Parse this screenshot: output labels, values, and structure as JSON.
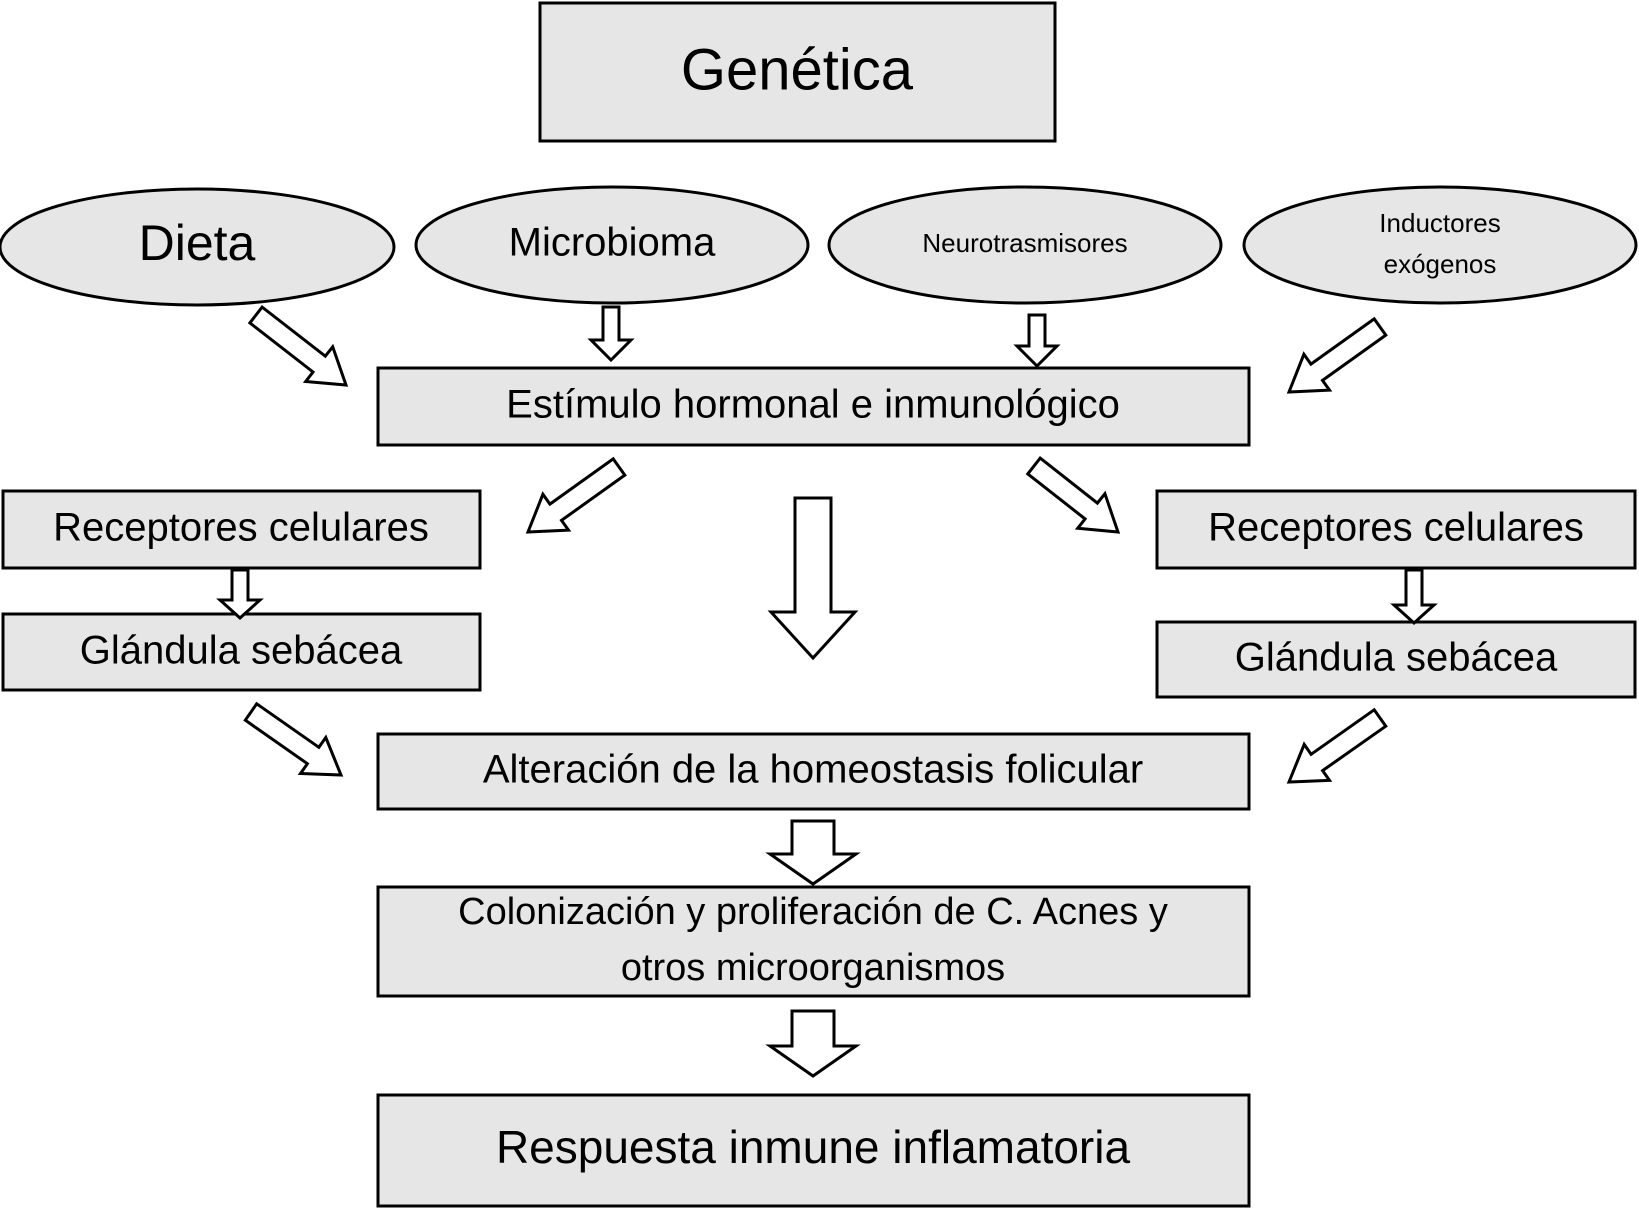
{
  "nodes": {
    "genetica": "Genética",
    "dieta": "Dieta",
    "microbioma": "Microbioma",
    "neurotrasmisores": "Neurotrasmisores",
    "inductores_line1": "Inductores",
    "inductores_line2": "exógenos",
    "estimulo": "Estímulo hormonal e inmunológico",
    "receptores_left": "Receptores celulares",
    "glandula_left": "Glándula sebácea",
    "receptores_right": "Receptores celulares",
    "glandula_right": "Glándula sebácea",
    "alteracion": "Alteración de la homeostasis folicular",
    "colonizacion_line1": "Colonización y proliferación de C. Acnes y",
    "colonizacion_line2": "otros microorganismos",
    "respuesta": "Respuesta inmune inflamatoria"
  },
  "colors": {
    "box_fill": "#e6e6e6",
    "stroke": "#000000",
    "arrow_fill": "#ffffff"
  }
}
